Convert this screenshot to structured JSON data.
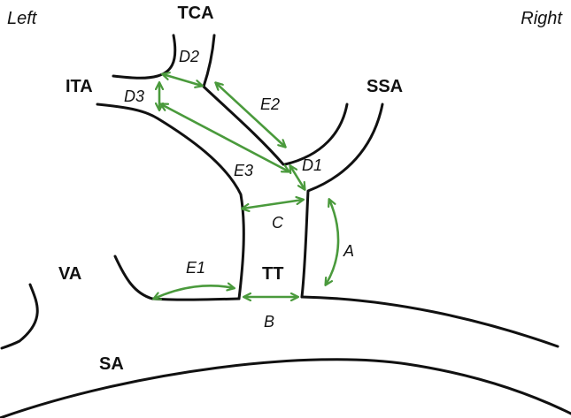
{
  "orientation": {
    "left": "Left",
    "right": "Right"
  },
  "vessels": {
    "tca": "TCA",
    "ita": "ITA",
    "ssa": "SSA",
    "va": "VA",
    "tt": "TT",
    "sa": "SA"
  },
  "measurements": {
    "d1": "D1",
    "d2": "D2",
    "d3": "D3",
    "e1": "E1",
    "e2": "E2",
    "e3": "E3",
    "a": "A",
    "b": "B",
    "c": "C"
  },
  "colors": {
    "arrow": "#4a9a3c",
    "vessel_outline": "#111111",
    "text": "#111111",
    "background": "#ffffff"
  }
}
